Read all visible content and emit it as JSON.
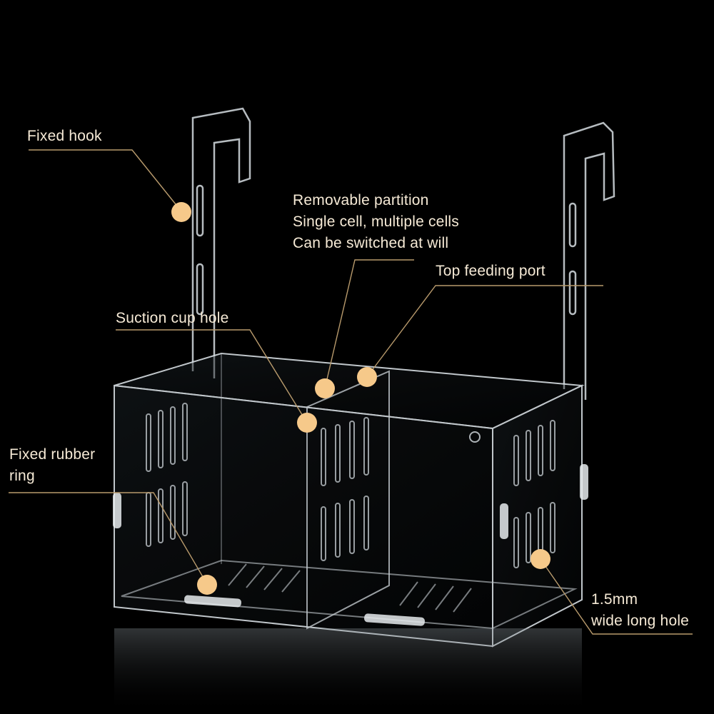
{
  "colors": {
    "background": "#000000",
    "label_text": "#f6ead6",
    "marker_dot": "#f6c98a",
    "leader_line": "#b89a6c",
    "acrylic_edge": "#d6dde2"
  },
  "callouts": {
    "fixed_hook": {
      "lines": [
        "Fixed hook"
      ]
    },
    "removable_partition": {
      "lines": [
        "Removable partition",
        "Single cell, multiple cells",
        "Can be switched at will"
      ]
    },
    "top_feeding_port": {
      "lines": [
        "Top feeding port"
      ]
    },
    "suction_cup_hole": {
      "lines": [
        "Suction cup hole"
      ]
    },
    "fixed_rubber_ring": {
      "lines": [
        "Fixed rubber",
        "ring"
      ]
    },
    "long_hole": {
      "lines": [
        "1.5mm",
        "wide long hole"
      ]
    }
  }
}
